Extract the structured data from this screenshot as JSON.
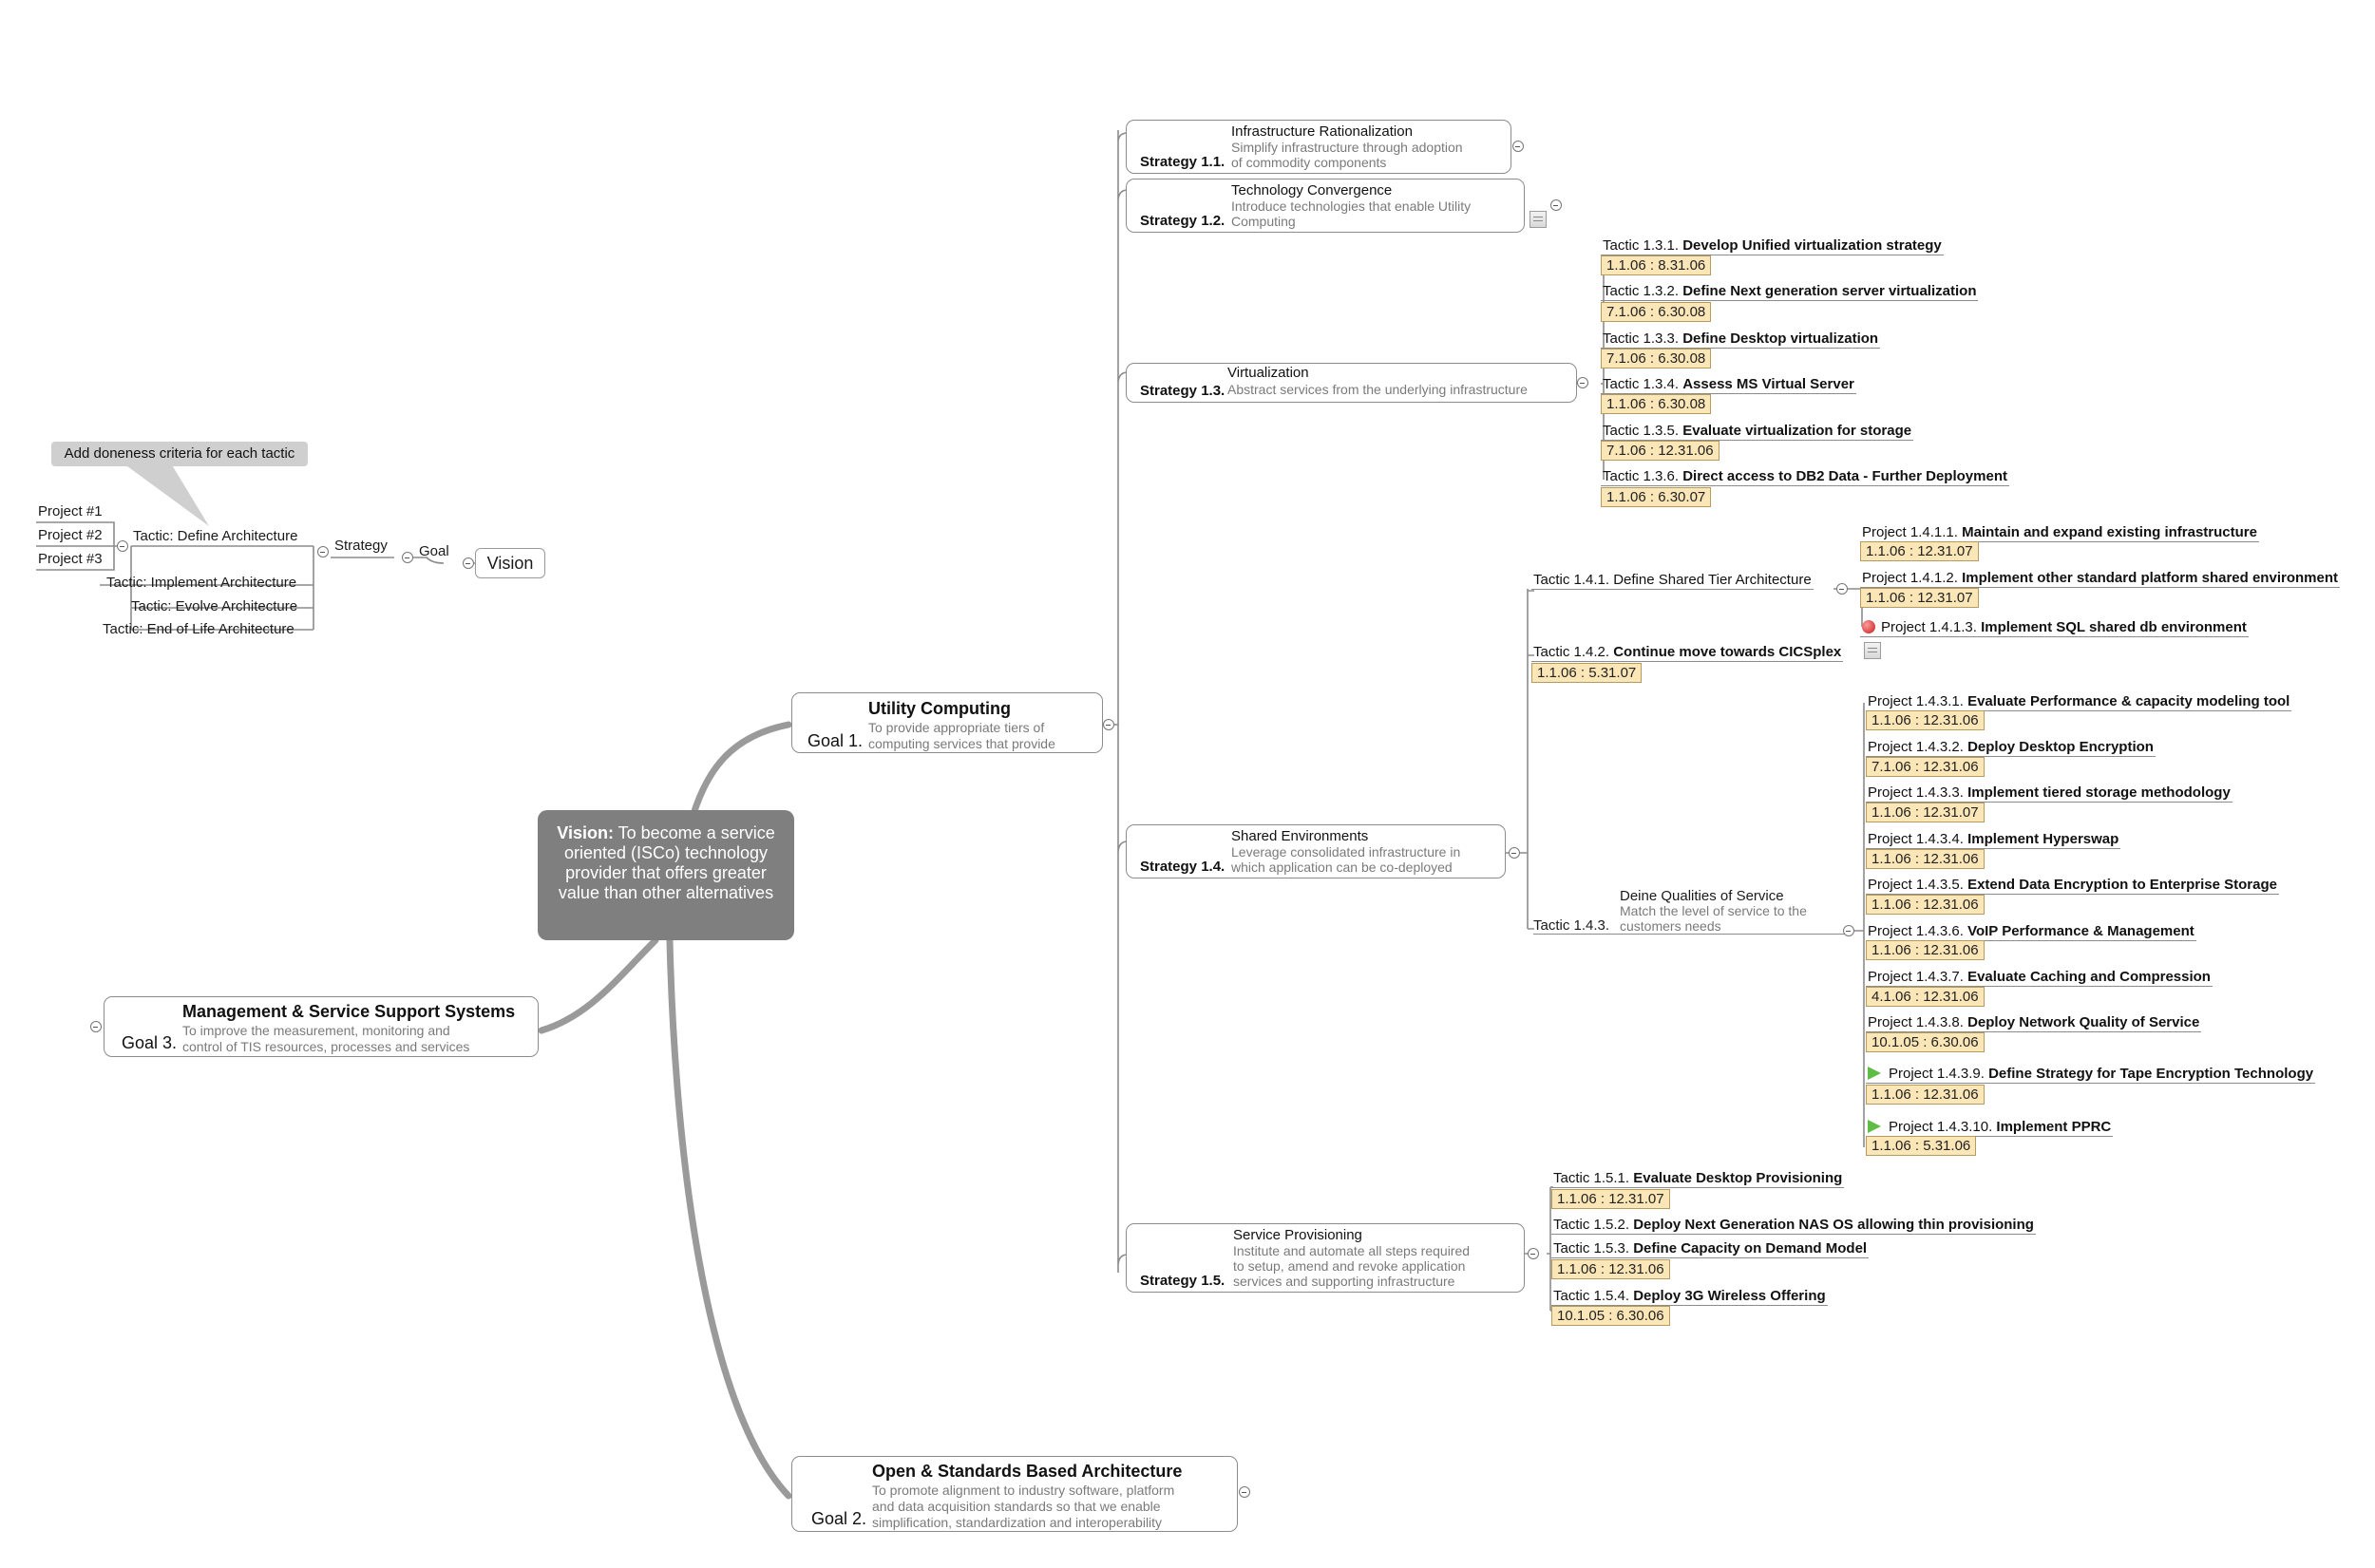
{
  "legend": {
    "callout": "Add doneness criteria for each tactic",
    "projects": [
      "Project #1",
      "Project #2",
      "Project #3"
    ],
    "tactics": [
      "Tactic: Define Architecture",
      "Tactic: Implement Architecture",
      "Tactic: Evolve Architecture",
      "Tactic: End of Life Architecture"
    ],
    "strategy": "Strategy",
    "goal": "Goal",
    "vision": "Vision"
  },
  "vision": {
    "label": "Vision:",
    "text": "To become a service oriented (ISCo) technology provider that offers greater value than other alternatives"
  },
  "goals": {
    "g1": {
      "label": "Goal 1.",
      "title": "Utility Computing",
      "desc1": "To provide appropriate tiers of",
      "desc2": "computing services that provide"
    },
    "g2": {
      "label": "Goal 2.",
      "title": "Open & Standards Based Architecture",
      "desc1": "To promote alignment to industry software, platform",
      "desc2": "and data acquisition standards so that we enable",
      "desc3": "simplification, standardization and interoperability"
    },
    "g3": {
      "label": "Goal 3.",
      "title": "Management & Service Support Systems",
      "desc1": "To improve the measurement, monitoring and",
      "desc2": "control of TIS resources, processes and services"
    }
  },
  "strategies": {
    "s11": {
      "label": "Strategy 1.1.",
      "title": "Infrastructure Rationalization",
      "desc1": "Simplify infrastructure through adoption",
      "desc2": "of commodity components"
    },
    "s12": {
      "label": "Strategy 1.2.",
      "title": "Technology Convergence",
      "desc1": "Introduce technologies that enable Utility",
      "desc2": "Computing"
    },
    "s13": {
      "label": "Strategy 1.3.",
      "title": "Virtualization",
      "desc1": "Abstract services from the underlying infrastructure"
    },
    "s14": {
      "label": "Strategy 1.4.",
      "title": "Shared Environments",
      "desc1": "Leverage consolidated infrastructure in",
      "desc2": "which application can be co-deployed"
    },
    "s15": {
      "label": "Strategy 1.5.",
      "title": "Service Provisioning",
      "desc1": "Institute and automate all steps required",
      "desc2": "to setup, amend and revoke application",
      "desc3": "services and supporting infrastructure"
    }
  },
  "tactics13": [
    {
      "id": "Tactic 1.3.1.",
      "name": "Develop Unified virtualization strategy",
      "date": "1.1.06 : 8.31.06"
    },
    {
      "id": "Tactic 1.3.2.",
      "name": "Define Next generation server virtualization",
      "date": "7.1.06 : 6.30.08"
    },
    {
      "id": "Tactic 1.3.3.",
      "name": "Define Desktop virtualization",
      "date": "7.1.06 : 6.30.08"
    },
    {
      "id": "Tactic 1.3.4.",
      "name": "Assess MS Virtual Server",
      "date": "1.1.06 : 6.30.08"
    },
    {
      "id": "Tactic 1.3.5.",
      "name": "Evaluate virtualization for storage",
      "date": "7.1.06 : 12.31.06"
    },
    {
      "id": "Tactic 1.3.6.",
      "name": "Direct access to DB2 Data - Further Deployment",
      "date": "1.1.06 : 6.30.07"
    }
  ],
  "tactics14": {
    "t141": {
      "id": "Tactic 1.4.1.",
      "name": "Define Shared Tier Architecture"
    },
    "t142": {
      "id": "Tactic 1.4.2.",
      "name": "Continue move towards CICSplex",
      "date": "1.1.06 : 5.31.07"
    },
    "t143": {
      "id": "Tactic 1.4.3.",
      "name": "Deine Qualities of Service",
      "desc1": "Match the level of service to the",
      "desc2": "customers needs"
    }
  },
  "projects141": [
    {
      "id": "Project 1.4.1.1.",
      "name": "Maintain and expand existing infrastructure",
      "date": "1.1.06 : 12.31.07"
    },
    {
      "id": "Project 1.4.1.2.",
      "name": "Implement other standard platform shared environment",
      "date": "1.1.06 : 12.31.07"
    },
    {
      "id": "Project 1.4.1.3.",
      "name": "Implement SQL shared db environment",
      "date": ""
    }
  ],
  "projects143": [
    {
      "id": "Project 1.4.3.1.",
      "name": "Evaluate Performance & capacity modeling tool",
      "date": "1.1.06 : 12.31.06"
    },
    {
      "id": "Project 1.4.3.2.",
      "name": "Deploy Desktop Encryption",
      "date": "7.1.06 : 12.31.06"
    },
    {
      "id": "Project 1.4.3.3.",
      "name": "Implement tiered storage methodology",
      "date": "1.1.06 : 12.31.07"
    },
    {
      "id": "Project 1.4.3.4.",
      "name": "Implement Hyperswap",
      "date": "1.1.06 : 12.31.06"
    },
    {
      "id": "Project 1.4.3.5.",
      "name": "Extend Data Encryption to Enterprise Storage",
      "date": "1.1.06 : 12.31.06"
    },
    {
      "id": "Project 1.4.3.6.",
      "name": "VoIP Performance & Management",
      "date": "1.1.06 : 12.31.06"
    },
    {
      "id": "Project 1.4.3.7.",
      "name": "Evaluate Caching and Compression",
      "date": "4.1.06 : 12.31.06"
    },
    {
      "id": "Project 1.4.3.8.",
      "name": "Deploy Network Quality of Service",
      "date": "10.1.05 : 6.30.06"
    },
    {
      "id": "Project 1.4.3.9.",
      "name": "Define Strategy for Tape Encryption Technology",
      "date": "1.1.06 : 12.31.06"
    },
    {
      "id": "Project 1.4.3.10.",
      "name": "Implement PPRC",
      "date": "1.1.06 : 5.31.06"
    }
  ],
  "tactics15": [
    {
      "id": "Tactic 1.5.1.",
      "name": "Evaluate Desktop Provisioning",
      "date": "1.1.06 : 12.31.07"
    },
    {
      "id": "Tactic 1.5.2.",
      "name": "Deploy Next Generation NAS OS allowing thin provisioning",
      "date": ""
    },
    {
      "id": "Tactic 1.5.3.",
      "name": "Define Capacity on Demand Model",
      "date": "1.1.06 : 12.31.06"
    },
    {
      "id": "Tactic 1.5.4.",
      "name": "Deploy 3G Wireless Offering",
      "date": "10.1.05 : 6.30.06"
    }
  ],
  "colors": {
    "date_fill": "#fbe6b8",
    "vision_fill": "#7f7f7f",
    "connector": "#8c8c8c"
  },
  "icons": [
    "note-icon",
    "red-ball-icon",
    "green-arrow-icon",
    "collapse-toggle-icon"
  ]
}
